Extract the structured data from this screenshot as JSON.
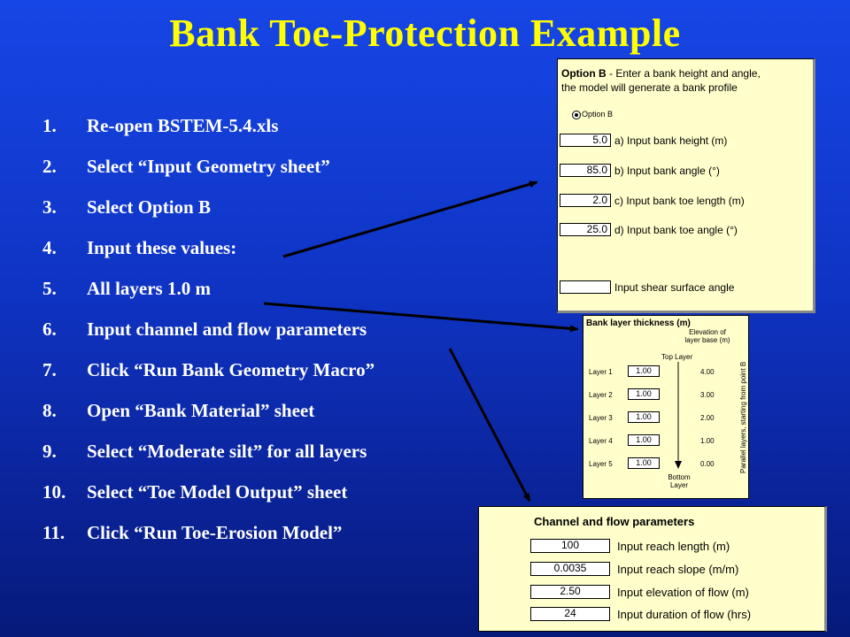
{
  "title": "Bank Toe-Protection Example",
  "steps": [
    {
      "num": "1.",
      "text": "Re-open BSTEM-5.4.xls"
    },
    {
      "num": "2.",
      "text": "Select “Input Geometry sheet”"
    },
    {
      "num": "3.",
      "text": "Select Option B"
    },
    {
      "num": "4.",
      "text": "Input these values:"
    },
    {
      "num": "5.",
      "text": "All layers 1.0 m"
    },
    {
      "num": "6.",
      "text": "Input channel and flow parameters"
    },
    {
      "num": "7.",
      "text": "Click “Run Bank Geometry Macro”"
    },
    {
      "num": "8.",
      "text": "Open “Bank Material” sheet"
    },
    {
      "num": "9.",
      "text": "Select “Moderate silt” for all layers"
    },
    {
      "num": "10.",
      "text": "Select “Toe Model Output” sheet"
    },
    {
      "num": "11.",
      "text": "Click “Run Toe-Erosion Model”"
    }
  ],
  "option_b": {
    "heading_bold": "Option B",
    "heading_rest": " - Enter a bank height and angle,",
    "heading_line2": "the model will generate a bank profile",
    "radio_label": "Option B",
    "fields": [
      {
        "value": "5.0",
        "label": "a) Input bank height (m)"
      },
      {
        "value": "85.0",
        "label": "b) Input bank angle (°)"
      },
      {
        "value": "2.0",
        "label": "c) Input bank toe length (m)"
      },
      {
        "value": "25.0",
        "label": "d) Input bank toe angle (°)"
      }
    ],
    "shear": {
      "value": "",
      "label": "Input shear surface angle"
    }
  },
  "layers": {
    "title": "Bank layer thickness (m)",
    "elev_header": "Elevation of layer base (m)",
    "top_label": "Top Layer",
    "bottom_label": "Bottom Layer",
    "side_label": "Parallel layers, starting from point B",
    "rows": [
      {
        "name": "Layer 1",
        "thickness": "1.00",
        "elevation": "4.00"
      },
      {
        "name": "Layer 2",
        "thickness": "1.00",
        "elevation": "3.00"
      },
      {
        "name": "Layer 3",
        "thickness": "1.00",
        "elevation": "2.00"
      },
      {
        "name": "Layer 4",
        "thickness": "1.00",
        "elevation": "1.00"
      },
      {
        "name": "Layer 5",
        "thickness": "1.00",
        "elevation": "0.00"
      }
    ]
  },
  "channel": {
    "title": "Channel and flow parameters",
    "fields": [
      {
        "value": "100",
        "label": "Input reach length (m)"
      },
      {
        "value": "0.0035",
        "label": "Input reach slope (m/m)"
      },
      {
        "value": "2.50",
        "label": "Input elevation of flow (m)"
      },
      {
        "value": "24",
        "label": "Input duration of flow (hrs)"
      }
    ]
  },
  "colors": {
    "title": "#ffff00",
    "panel": "#ffffcc",
    "background": "#1446e0"
  }
}
